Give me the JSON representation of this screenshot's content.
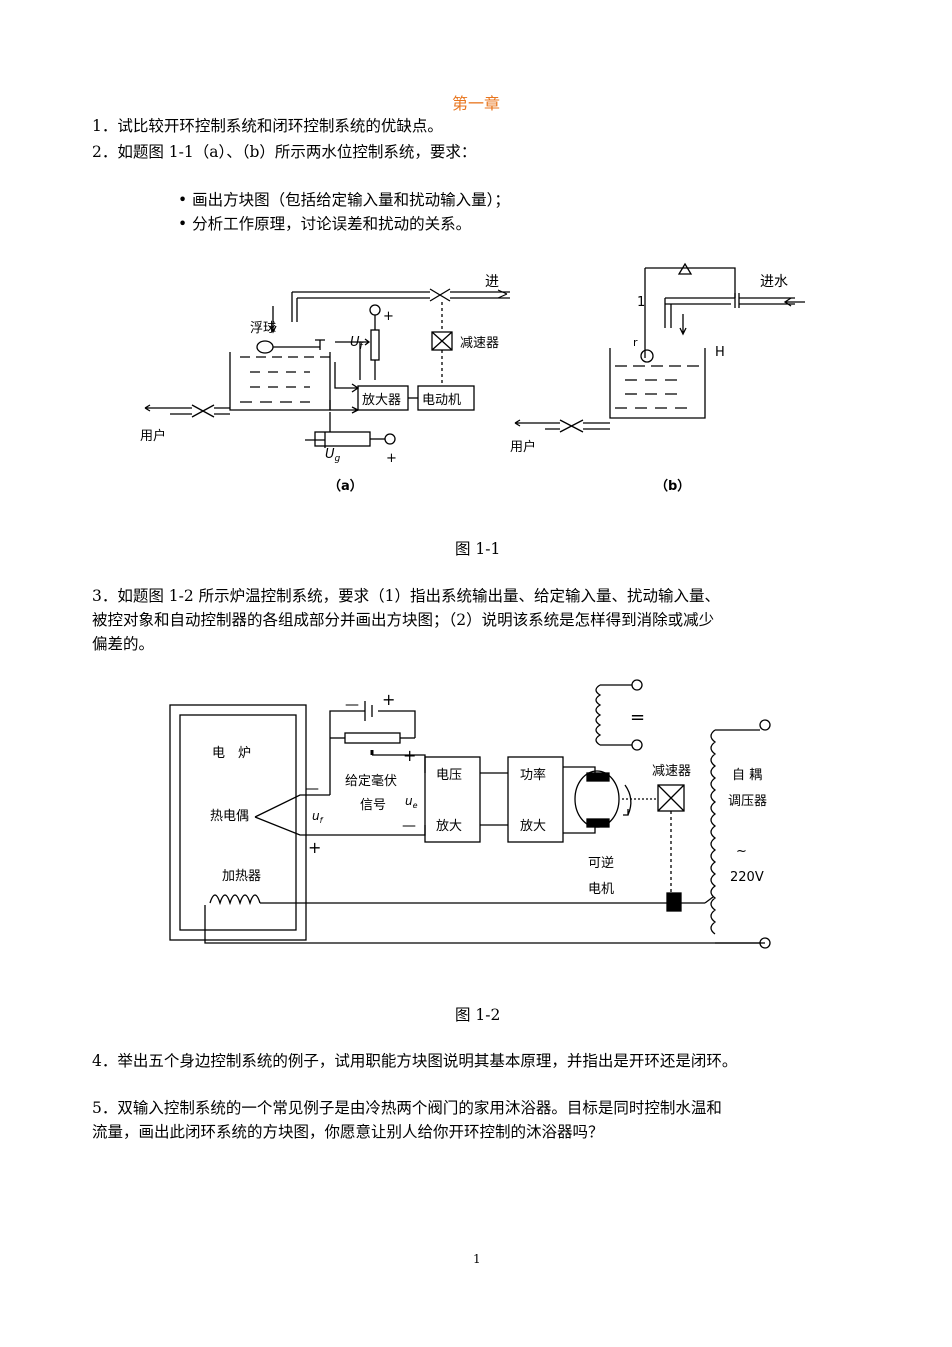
{
  "chapter": "第一章",
  "q1": "1．试比较开环控制系统和闭环控制系统的优缺点。",
  "q2": "2．如题图 1-1（a）、（b）所示两水位控制系统，要求：",
  "q2_items": [
    "画出方块图（包括给定输入量和扰动输入量）；",
    "分析工作原理，讨论误差和扰动的关系。"
  ],
  "fig1": {
    "a": {
      "in_label": "进",
      "float_label": "浮球",
      "uf_label": "U",
      "uf_sub": "f",
      "plus": "+",
      "reducer": "减速器",
      "amplifier": "放大器",
      "motor": "电动机",
      "user": "用户",
      "ug_label": "U",
      "ug_sub": "g",
      "plus2": "+",
      "caption": "（a）"
    },
    "b": {
      "in_label": "进水",
      "one": "1",
      "r": "r",
      "h": "H",
      "user": "用户",
      "caption": "（b）"
    },
    "title": "图 1-1"
  },
  "q3_line1": "3．如题图 1-2 所示炉温控制系统，要求（1）指出系统输出量、给定输入量、扰动输入量、",
  "q3_line2": "被控对象和自动控制器的各组成部分并画出方块图；（2）说明该系统是怎样得到消除或减少",
  "q3_line3": "偏差的。",
  "fig2": {
    "furnace": "电　炉",
    "thermocouple": "热电偶",
    "heater": "加热器",
    "setpoint1": "给定毫伏",
    "setpoint2": "信号",
    "ue": "u",
    "ue_sub": "e",
    "uf": "u",
    "uf_sub": "f",
    "voltage1": "电压",
    "voltage2": "放大",
    "power1": "功率",
    "power2": "放大",
    "reducer": "减速器",
    "motor1": "可逆",
    "motor2": "电机",
    "auto1": "自 耦",
    "auto2": "调压器",
    "tilde": "~",
    "v220": "220V",
    "plus": "+",
    "minus": "—",
    "eq": "="
  },
  "fig2_title": "图 1-2",
  "q4": "4．举出五个身边控制系统的例子，试用职能方块图说明其基本原理，并指出是开环还是闭环。",
  "q5_line1": "5．双输入控制系统的一个常见例子是由冷热两个阀门的家用沐浴器。目标是同时控制水温和",
  "q5_line2": "流量，画出此闭环系统的方块图，你愿意让别人给你开环控制的沐浴器吗？",
  "page_number": "1"
}
